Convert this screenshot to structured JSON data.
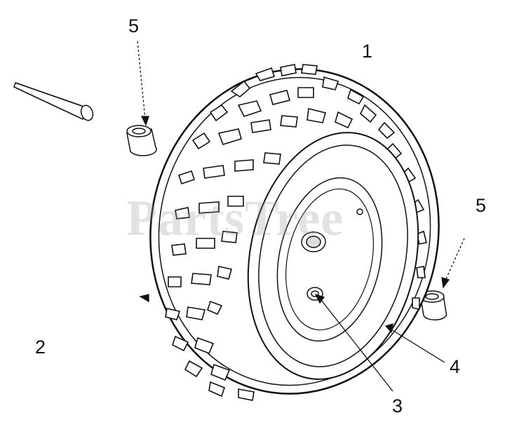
{
  "diagram": {
    "watermark": "PartsTree",
    "callouts": {
      "label_1": "1",
      "label_2": "2",
      "label_3": "3",
      "label_4": "4",
      "label_5_top": "5",
      "label_5_right": "5"
    }
  }
}
